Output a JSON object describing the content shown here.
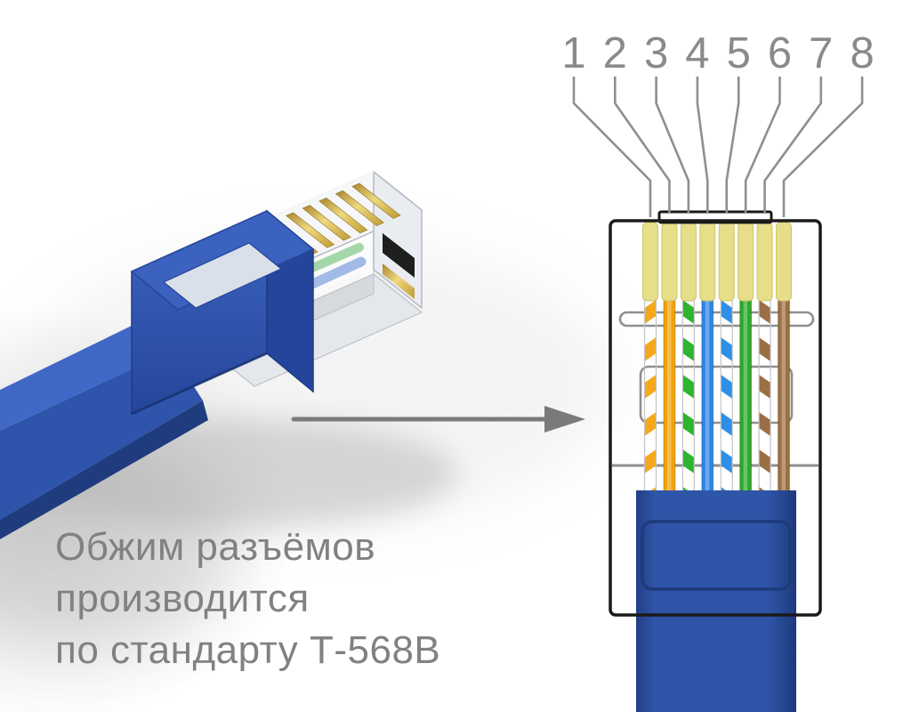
{
  "caption": {
    "line1": "Обжим разъёмов",
    "line2": "производится",
    "line3": "по стандарту Т-568B"
  },
  "arrow": {
    "direction": "right",
    "color": "#7a7a7a"
  },
  "photo": {
    "subject": "transparent RJ-45 plug with blue cable",
    "cable_color": "#2f55ad",
    "contact_color": "#d9b43a"
  },
  "diagram": {
    "standard": "T-568B",
    "pins": [
      {
        "number": "1",
        "wire": "white-orange",
        "hex": "#F5A81C",
        "striped": true,
        "stripe_dir": "/"
      },
      {
        "number": "2",
        "wire": "orange",
        "hex": "#F2A30A",
        "striped": false,
        "stripe_dir": ""
      },
      {
        "number": "3",
        "wire": "white-green",
        "hex": "#2DB52D",
        "striped": true,
        "stripe_dir": "\\"
      },
      {
        "number": "4",
        "wire": "blue",
        "hex": "#2B86E4",
        "striped": false,
        "stripe_dir": ""
      },
      {
        "number": "5",
        "wire": "white-blue",
        "hex": "#2E8FE8",
        "striped": true,
        "stripe_dir": "\\"
      },
      {
        "number": "6",
        "wire": "green",
        "hex": "#2EA82A",
        "striped": false,
        "stripe_dir": ""
      },
      {
        "number": "7",
        "wire": "white-brown",
        "hex": "#9A6F45",
        "striped": true,
        "stripe_dir": "\\"
      },
      {
        "number": "8",
        "wire": "brown",
        "hex": "#9C6F41",
        "striped": false,
        "stripe_dir": ""
      }
    ],
    "connector": {
      "outline_color": "#1a1a1a",
      "pin_contact_color": "#E7DE8A",
      "pin_contact_edge": "#cfc468",
      "cable_color": "#2f55a8",
      "cable_edge": "#1d3a7a",
      "guide_color": "#8f8f8f",
      "number_color": "#8a8a8a"
    }
  }
}
